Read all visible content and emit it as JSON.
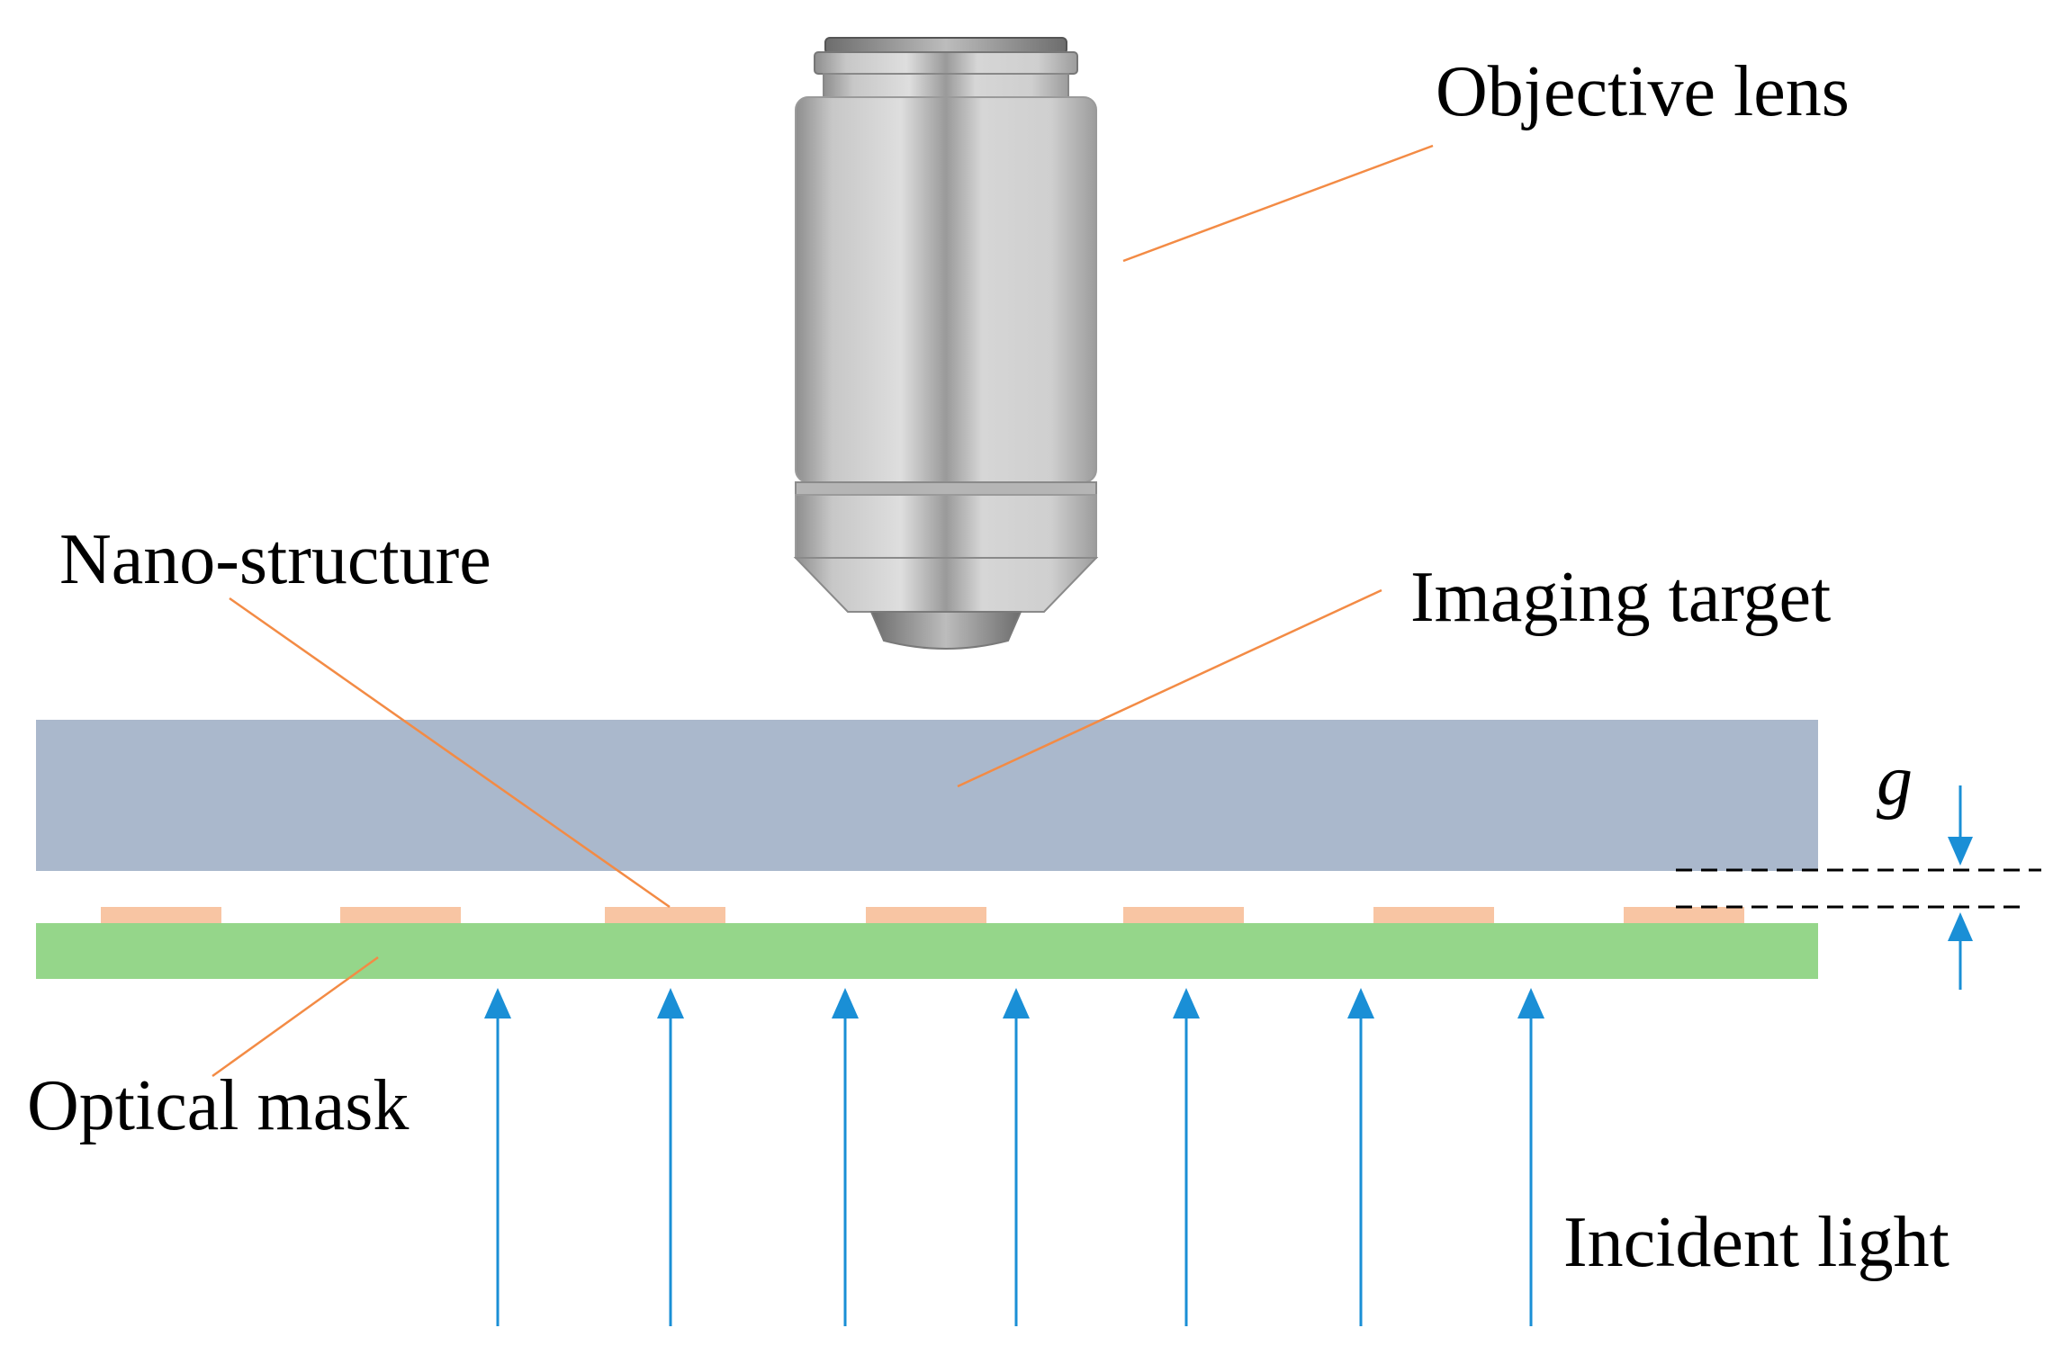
{
  "labels": {
    "objective_lens": "Objective lens",
    "nano_structure": "Nano-structure",
    "imaging_target": "Imaging target",
    "optical_mask": "Optical mask",
    "incident_light": "Incident light",
    "gap": "g"
  },
  "colors": {
    "imaging_target": "#aab8cc",
    "optical_mask": "#95d68a",
    "nano_structure": "#f8c5a3",
    "leader_line": "#f38b45",
    "arrow": "#1a8fd6",
    "dashed": "#000000",
    "lens_body": "#d0d0d0"
  },
  "icons": {
    "objective": "microscope-objective-lens",
    "light_arrow": "arrow-up"
  },
  "counts": {
    "nano_structures": 7,
    "incident_light_arrows": 7
  }
}
